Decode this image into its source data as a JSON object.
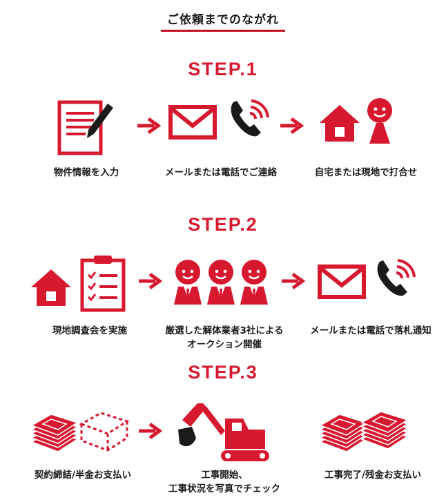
{
  "title": "ご依頼までのながれ",
  "steps": [
    {
      "label": "STEP.1",
      "captions": [
        "物件情報を入力",
        "メールまたは電話でご連絡",
        "自宅または現地で打合せ"
      ]
    },
    {
      "label": "STEP.2",
      "captions": [
        "現地調査会を実施",
        "厳選した解体業者3社による",
        "オークション開催",
        "メールまたは電話で落札通知"
      ]
    },
    {
      "label": "STEP.3",
      "captions": [
        "契約締結/半金お支払い",
        "工事開始、",
        "工事状況を写真でチェック",
        "工事完了/残金お支払い"
      ]
    }
  ],
  "colors": {
    "accent": "#d71930",
    "title_underline": "#c40f25"
  }
}
